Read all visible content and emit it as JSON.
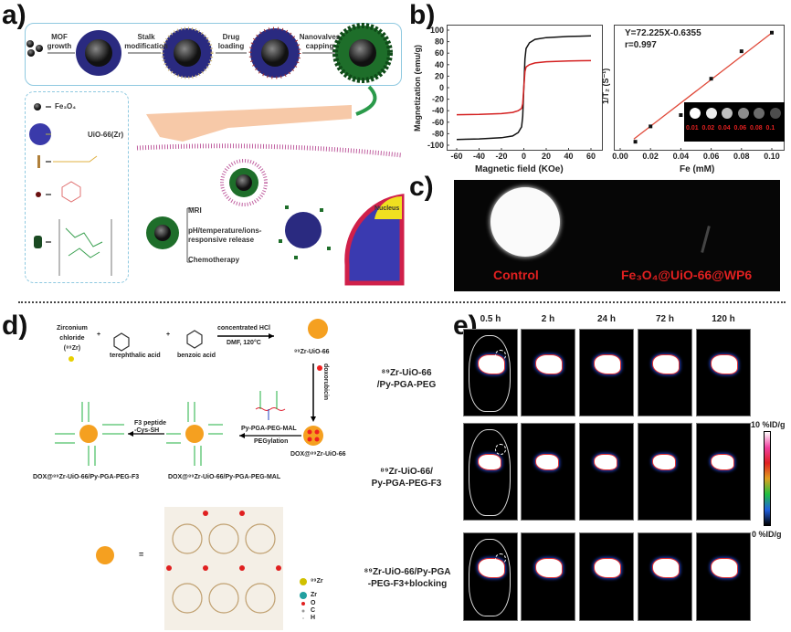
{
  "panels": {
    "a": "a)",
    "b": "b)",
    "c": "c)",
    "d": "d)",
    "e": "e)"
  },
  "a": {
    "steps": [
      "MOF\ngrowth",
      "Stalk\nmodification",
      "Drug\nloading",
      "Nanovalves\ncapping"
    ],
    "legend": {
      "fe3o4": "Fe₃O₄",
      "uio": "UiO-66(Zr)"
    },
    "uses": [
      "MRI",
      "pH/temperature/ions-\nresponsive release",
      "Chemotherapy"
    ],
    "nucleus": "Nucleus"
  },
  "colors": {
    "black_curve": "#111111",
    "red_curve": "#d42020",
    "fit_line": "#e04a3a",
    "label_red": "#e02020"
  },
  "chart_data": [
    {
      "type": "line",
      "title": "",
      "xlabel": "Magnetic field  (KOe)",
      "ylabel": "Magnetization (emu/g)",
      "xlim": [
        -65,
        65
      ],
      "ylim": [
        -105,
        105
      ],
      "xticks": [
        "-60",
        "-40",
        "-20",
        "0",
        "20",
        "40",
        "60"
      ],
      "yticks": [
        "100",
        "80",
        "60",
        "40",
        "20",
        "0",
        "-20",
        "-40",
        "-60",
        "-80",
        "-100"
      ],
      "x": [
        -60,
        -40,
        -20,
        -10,
        -5,
        -2,
        -1,
        0,
        1,
        2,
        5,
        10,
        20,
        40,
        60
      ],
      "series": [
        {
          "name": "black",
          "values": [
            -90,
            -89,
            -87,
            -84,
            -78,
            -68,
            -50,
            0,
            50,
            68,
            78,
            84,
            87,
            89,
            90
          ]
        },
        {
          "name": "red",
          "values": [
            -47,
            -46.5,
            -45,
            -43,
            -40,
            -36,
            -28,
            0,
            28,
            36,
            40,
            43,
            45,
            46.5,
            47
          ]
        }
      ]
    },
    {
      "type": "scatter",
      "xlabel": "Fe (mM)",
      "ylabel": "1/T₂ (S⁻¹)",
      "xlim": [
        -0.003,
        0.107
      ],
      "ylim": [
        -0.9,
        7.1
      ],
      "xticks": [
        "0.00",
        "0.02",
        "0.04",
        "0.06",
        "0.08",
        "0.10"
      ],
      "x": [
        0.01,
        0.02,
        0.04,
        0.06,
        0.08,
        0.1
      ],
      "y": [
        -0.15,
        0.8,
        1.5,
        3.75,
        5.45,
        6.6
      ],
      "fit": {
        "slope": 72.225,
        "intercept": -0.6355
      },
      "annotation": [
        "Y=72.225X-0.6355",
        "r=0.997"
      ],
      "inset_labels": [
        "0.01",
        "0.02",
        "0.04",
        "0.06",
        "0.08",
        "0.1"
      ],
      "inset_brightness": [
        1,
        0.92,
        0.75,
        0.55,
        0.42,
        0.3
      ]
    }
  ],
  "c": {
    "left": "Control",
    "right": "Fe₃O₄@UiO-66@WP6"
  },
  "d": {
    "reagents": [
      "Zirconium\nchloride\n(⁸⁹Zr)",
      "terephthalic acid",
      "benzoic acid"
    ],
    "plus": "+",
    "cond_top": "concentrated HCl",
    "cond_bottom": "DMF, 120°C",
    "p1": "⁸⁹Zr-UiO-66",
    "dox": "doxorubicin",
    "p2": "DOX@⁸⁹Zr-UiO-66",
    "peg_top": "Py-PGA-PEG-MAL",
    "peg_bottom": "PEGylation",
    "p3": "DOX@⁸⁹Zr-UiO-66/Py-PGA-PEG-MAL",
    "f3": "F3 peptide\n-Cys-SH",
    "p4": "DOX@⁸⁹Zr-UiO-66/Py-PGA-PEG-F3",
    "eq": "=",
    "atoms": [
      "⁸⁹Zr",
      "Zr",
      "O",
      "C",
      "H"
    ]
  },
  "e": {
    "times": [
      "0.5 h",
      "2 h",
      "24 h",
      "72 h",
      "120 h"
    ],
    "rows": [
      "⁸⁹Zr-UiO-66\n/Py-PGA-PEG",
      "⁸⁹Zr-UiO-66/\nPy-PGA-PEG-F3",
      "⁸⁹Zr-UiO-66/Py-PGA\n-PEG-F3+blocking"
    ],
    "scale_max": "10 %ID/g",
    "scale_min": "0 %ID/g"
  }
}
